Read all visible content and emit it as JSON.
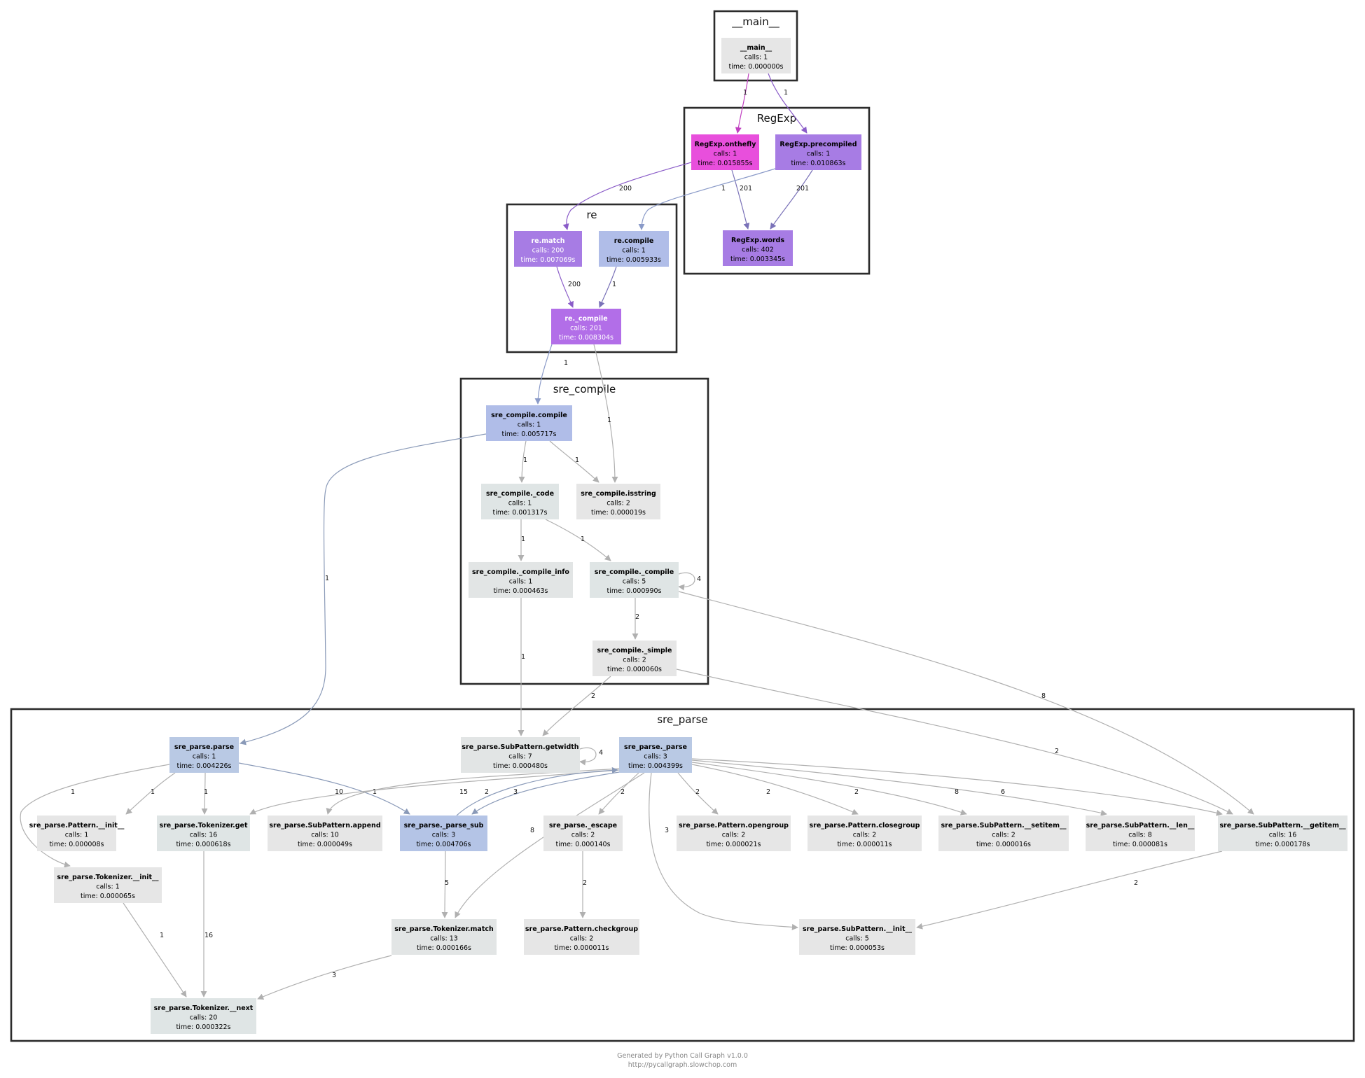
{
  "clusters": [
    {
      "id": "main",
      "label": "__main__"
    },
    {
      "id": "regexp",
      "label": "RegExp"
    },
    {
      "id": "re",
      "label": "re"
    },
    {
      "id": "sre_compile",
      "label": "sre_compile"
    },
    {
      "id": "sre_parse",
      "label": "sre_parse"
    }
  ],
  "nodes": [
    {
      "id": "main",
      "name": "__main__",
      "calls": "calls: 1",
      "time": "time: 0.000000s",
      "fill": "#e6e6e6",
      "text": "#000000"
    },
    {
      "id": "onthefly",
      "name": "RegExp.onthefly",
      "calls": "calls: 1",
      "time": "time: 0.015855s",
      "fill": "#e84fdc",
      "text": "#000000"
    },
    {
      "id": "precompiled",
      "name": "RegExp.precompiled",
      "calls": "calls: 1",
      "time": "time: 0.010863s",
      "fill": "#a77ce4",
      "text": "#000000"
    },
    {
      "id": "words",
      "name": "RegExp.words",
      "calls": "calls: 402",
      "time": "time: 0.003345s",
      "fill": "#a77ce4",
      "text": "#000000"
    },
    {
      "id": "rematch",
      "name": "re.match",
      "calls": "calls: 200",
      "time": "time: 0.007069s",
      "fill": "#a77ce4",
      "text": "#ffffff"
    },
    {
      "id": "recompile",
      "name": "re.compile",
      "calls": "calls: 1",
      "time": "time: 0.005933s",
      "fill": "#b0bde8",
      "text": "#000000"
    },
    {
      "id": "re_compile",
      "name": "re._compile",
      "calls": "calls: 201",
      "time": "time: 0.008304s",
      "fill": "#b26ee8",
      "text": "#ffffff"
    },
    {
      "id": "sc_compile",
      "name": "sre_compile.compile",
      "calls": "calls: 1",
      "time": "time: 0.005717s",
      "fill": "#b0bde8",
      "text": "#000000"
    },
    {
      "id": "sc_code",
      "name": "sre_compile._code",
      "calls": "calls: 1",
      "time": "time: 0.001317s",
      "fill": "#dfe5e5",
      "text": "#000000"
    },
    {
      "id": "sc_isstring",
      "name": "sre_compile.isstring",
      "calls": "calls: 2",
      "time": "time: 0.000019s",
      "fill": "#e6e6e6",
      "text": "#000000"
    },
    {
      "id": "sc_compile_info",
      "name": "sre_compile._compile_info",
      "calls": "calls: 1",
      "time": "time: 0.000463s",
      "fill": "#e2e5e5",
      "text": "#000000"
    },
    {
      "id": "sc__compile",
      "name": "sre_compile._compile",
      "calls": "calls: 5",
      "time": "time: 0.000990s",
      "fill": "#dfe5e5",
      "text": "#000000"
    },
    {
      "id": "sc_simple",
      "name": "sre_compile._simple",
      "calls": "calls: 2",
      "time": "time: 0.000060s",
      "fill": "#e6e6e6",
      "text": "#000000"
    },
    {
      "id": "sp_parse",
      "name": "sre_parse.parse",
      "calls": "calls: 1",
      "time": "time: 0.004226s",
      "fill": "#b9c9e4",
      "text": "#000000"
    },
    {
      "id": "sp_getwidth",
      "name": "sre_parse.SubPattern.getwidth",
      "calls": "calls: 7",
      "time": "time: 0.000480s",
      "fill": "#e2e5e5",
      "text": "#000000"
    },
    {
      "id": "sp__parse",
      "name": "sre_parse._parse",
      "calls": "calls: 3",
      "time": "time: 0.004399s",
      "fill": "#b9c9e4",
      "text": "#000000"
    },
    {
      "id": "sp_pattern_init",
      "name": "sre_parse.Pattern.__init__",
      "calls": "calls: 1",
      "time": "time: 0.000008s",
      "fill": "#e6e6e6",
      "text": "#000000"
    },
    {
      "id": "sp_tok_get",
      "name": "sre_parse.Tokenizer.get",
      "calls": "calls: 16",
      "time": "time: 0.000618s",
      "fill": "#dfe5e5",
      "text": "#000000"
    },
    {
      "id": "sp_append",
      "name": "sre_parse.SubPattern.append",
      "calls": "calls: 10",
      "time": "time: 0.000049s",
      "fill": "#e6e6e6",
      "text": "#000000"
    },
    {
      "id": "sp_parse_sub",
      "name": "sre_parse._parse_sub",
      "calls": "calls: 3",
      "time": "time: 0.004706s",
      "fill": "#b4c4e6",
      "text": "#000000"
    },
    {
      "id": "sp_escape",
      "name": "sre_parse._escape",
      "calls": "calls: 2",
      "time": "time: 0.000140s",
      "fill": "#e6e6e6",
      "text": "#000000"
    },
    {
      "id": "sp_opengroup",
      "name": "sre_parse.Pattern.opengroup",
      "calls": "calls: 2",
      "time": "time: 0.000021s",
      "fill": "#e6e6e6",
      "text": "#000000"
    },
    {
      "id": "sp_closegroup",
      "name": "sre_parse.Pattern.closegroup",
      "calls": "calls: 2",
      "time": "time: 0.000011s",
      "fill": "#e6e6e6",
      "text": "#000000"
    },
    {
      "id": "sp_setitem",
      "name": "sre_parse.SubPattern.__setitem__",
      "calls": "calls: 2",
      "time": "time: 0.000016s",
      "fill": "#e6e6e6",
      "text": "#000000"
    },
    {
      "id": "sp_len",
      "name": "sre_parse.SubPattern.__len__",
      "calls": "calls: 8",
      "time": "time: 0.000081s",
      "fill": "#e6e6e6",
      "text": "#000000"
    },
    {
      "id": "sp_getitem",
      "name": "sre_parse.SubPattern.__getitem__",
      "calls": "calls: 16",
      "time": "time: 0.000178s",
      "fill": "#e2e5e5",
      "text": "#000000"
    },
    {
      "id": "sp_tok_init",
      "name": "sre_parse.Tokenizer.__init__",
      "calls": "calls: 1",
      "time": "time: 0.000065s",
      "fill": "#e6e6e6",
      "text": "#000000"
    },
    {
      "id": "sp_tok_match",
      "name": "sre_parse.Tokenizer.match",
      "calls": "calls: 13",
      "time": "time: 0.000166s",
      "fill": "#e2e5e5",
      "text": "#000000"
    },
    {
      "id": "sp_checkgroup",
      "name": "sre_parse.Pattern.checkgroup",
      "calls": "calls: 2",
      "time": "time: 0.000011s",
      "fill": "#e6e6e6",
      "text": "#000000"
    },
    {
      "id": "sp_sp_init",
      "name": "sre_parse.SubPattern.__init__",
      "calls": "calls: 5",
      "time": "time: 0.000053s",
      "fill": "#e6e6e6",
      "text": "#000000"
    },
    {
      "id": "sp_tok_next",
      "name": "sre_parse.Tokenizer.__next",
      "calls": "calls: 20",
      "time": "time: 0.000322s",
      "fill": "#dfe5e5",
      "text": "#000000"
    }
  ],
  "edges": [
    {
      "id": "e1",
      "from": "main",
      "to": "onthefly",
      "label": "1",
      "color": "#c040c0"
    },
    {
      "id": "e2",
      "from": "main",
      "to": "precompiled",
      "label": "1",
      "color": "#8a5cc8"
    },
    {
      "id": "e3",
      "from": "onthefly",
      "to": "rematch",
      "label": "200",
      "color": "#8a5cc8"
    },
    {
      "id": "e4",
      "from": "onthefly",
      "to": "words",
      "label": "201",
      "color": "#7a72b8"
    },
    {
      "id": "e5",
      "from": "precompiled",
      "to": "recompile",
      "label": "1",
      "color": "#8a9ac8"
    },
    {
      "id": "e6",
      "from": "precompiled",
      "to": "words",
      "label": "201",
      "color": "#7a72b8"
    },
    {
      "id": "e7",
      "from": "rematch",
      "to": "re_compile",
      "label": "200",
      "color": "#8a5cc8"
    },
    {
      "id": "e8",
      "from": "recompile",
      "to": "re_compile",
      "label": "1",
      "color": "#7a72b8"
    },
    {
      "id": "e9",
      "from": "re_compile",
      "to": "sc_compile",
      "label": "1",
      "color": "#8a9ac8"
    },
    {
      "id": "e10",
      "from": "re_compile",
      "to": "sc_isstring",
      "label": "1",
      "color": "#b0b0b0"
    },
    {
      "id": "e11",
      "from": "sc_compile",
      "to": "sc_code",
      "label": "1",
      "color": "#b0b0b0"
    },
    {
      "id": "e12",
      "from": "sc_compile",
      "to": "sc_isstring",
      "label": "1",
      "color": "#b0b0b0"
    },
    {
      "id": "e13",
      "from": "sc_compile",
      "to": "sp_parse",
      "label": "1",
      "color": "#8a9ab8"
    },
    {
      "id": "e14",
      "from": "sc_code",
      "to": "sc_compile_info",
      "label": "1",
      "color": "#b0b0b0"
    },
    {
      "id": "e15",
      "from": "sc_code",
      "to": "sc__compile",
      "label": "1",
      "color": "#b0b0b0"
    },
    {
      "id": "e16",
      "from": "sc__compile",
      "to": "sc__compile",
      "label": "4",
      "color": "#b0b0b0"
    },
    {
      "id": "e17",
      "from": "sc__compile",
      "to": "sc_simple",
      "label": "2",
      "color": "#b0b0b0"
    },
    {
      "id": "e18",
      "from": "sc__compile",
      "to": "sp_getitem",
      "label": "8",
      "color": "#b0b0b0"
    },
    {
      "id": "e19",
      "from": "sc_compile_info",
      "to": "sp_getwidth",
      "label": "1",
      "color": "#b0b0b0"
    },
    {
      "id": "e20",
      "from": "sc_simple",
      "to": "sp_getwidth",
      "label": "2",
      "color": "#b0b0b0"
    },
    {
      "id": "e21",
      "from": "sc_simple",
      "to": "sp_getitem",
      "label": "2",
      "color": "#b0b0b0"
    },
    {
      "id": "e22",
      "from": "sp_getwidth",
      "to": "sp_getwidth",
      "label": "4",
      "color": "#b0b0b0"
    },
    {
      "id": "e23",
      "from": "sp_parse",
      "to": "sp_tok_init",
      "label": "1",
      "color": "#b0b0b0"
    },
    {
      "id": "e24",
      "from": "sp_parse",
      "to": "sp_pattern_init",
      "label": "1",
      "color": "#b0b0b0"
    },
    {
      "id": "e25",
      "from": "sp_parse",
      "to": "sp_tok_get",
      "label": "1",
      "color": "#b0b0b0"
    },
    {
      "id": "e26",
      "from": "sp_parse",
      "to": "sp_parse_sub",
      "label": "1",
      "color": "#8a9ab8"
    },
    {
      "id": "e27",
      "from": "sp__parse",
      "to": "sp_append",
      "label": "10",
      "color": "#b0b0b0"
    },
    {
      "id": "e28",
      "from": "sp__parse",
      "to": "sp_tok_get",
      "label": "15",
      "color": "#b0b0b0"
    },
    {
      "id": "e29",
      "from": "sp__parse",
      "to": "sp_parse_sub",
      "label": "2",
      "color": "#8a9ab8"
    },
    {
      "id": "e30",
      "from": "sp_parse_sub",
      "to": "sp__parse",
      "label": "3",
      "color": "#8a9ab8"
    },
    {
      "id": "e31",
      "from": "sp__parse",
      "to": "sp_escape",
      "label": "2",
      "color": "#b0b0b0"
    },
    {
      "id": "e32",
      "from": "sp__parse",
      "to": "sp_opengroup",
      "label": "2",
      "color": "#b0b0b0"
    },
    {
      "id": "e33",
      "from": "sp__parse",
      "to": "sp_closegroup",
      "label": "2",
      "color": "#b0b0b0"
    },
    {
      "id": "e34",
      "from": "sp__parse",
      "to": "sp_setitem",
      "label": "2",
      "color": "#b0b0b0"
    },
    {
      "id": "e35",
      "from": "sp__parse",
      "to": "sp_len",
      "label": "8",
      "color": "#b0b0b0"
    },
    {
      "id": "e36",
      "from": "sp__parse",
      "to": "sp_getitem",
      "label": "6",
      "color": "#b0b0b0"
    },
    {
      "id": "e37",
      "from": "sp__parse",
      "to": "sp_tok_match",
      "label": "8",
      "color": "#b0b0b0"
    },
    {
      "id": "e38",
      "from": "sp__parse",
      "to": "sp_sp_init",
      "label": "3",
      "color": "#b0b0b0"
    },
    {
      "id": "e39",
      "from": "sp_parse_sub",
      "to": "sp_tok_match",
      "label": "5",
      "color": "#b0b0b0"
    },
    {
      "id": "e40",
      "from": "sp_escape",
      "to": "sp_checkgroup",
      "label": "2",
      "color": "#b0b0b0"
    },
    {
      "id": "e41",
      "from": "sp_getitem",
      "to": "sp_sp_init",
      "label": "2",
      "color": "#b0b0b0"
    },
    {
      "id": "e42",
      "from": "sp_tok_init",
      "to": "sp_tok_next",
      "label": "1",
      "color": "#b0b0b0"
    },
    {
      "id": "e43",
      "from": "sp_tok_get",
      "to": "sp_tok_next",
      "label": "16",
      "color": "#b0b0b0"
    },
    {
      "id": "e44",
      "from": "sp_tok_match",
      "to": "sp_tok_next",
      "label": "3",
      "color": "#b0b0b0"
    }
  ],
  "footer": {
    "line1": "Generated by Python Call Graph v1.0.0",
    "line2": "http://pycallgraph.slowchop.com"
  }
}
